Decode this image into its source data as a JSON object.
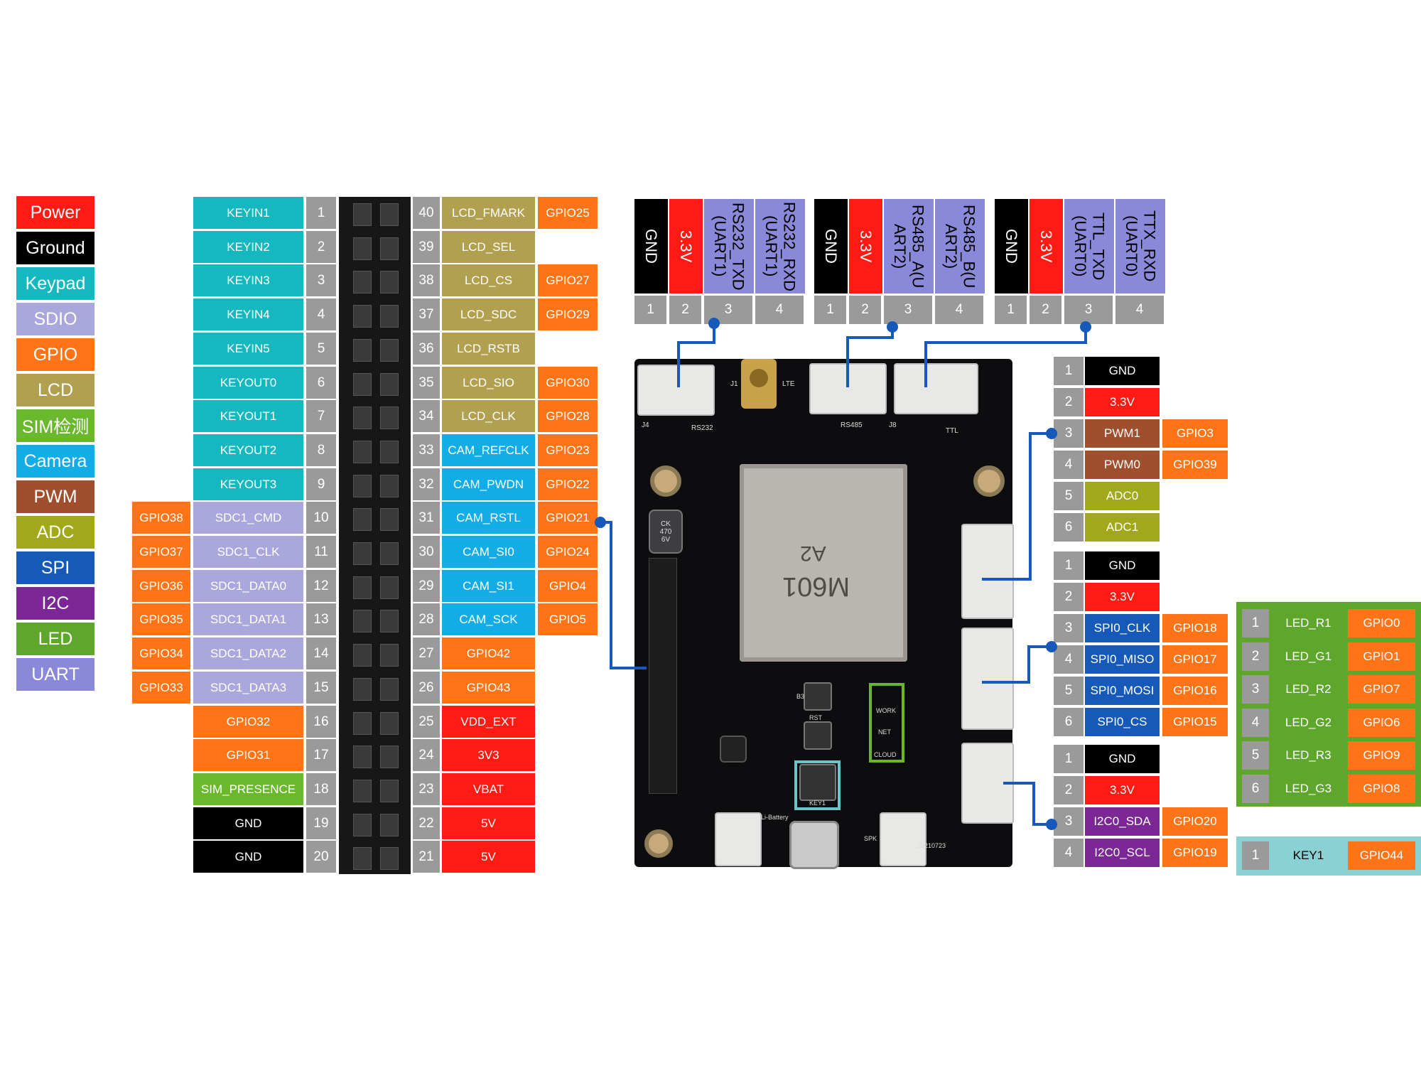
{
  "colors": {
    "power": "#ff1a14",
    "ground": "#000000",
    "keypad": "#15b8bf",
    "sdio": "#a9a7dc",
    "gpio": "#ff7417",
    "lcd": "#b1a050",
    "sim": "#6ab82c",
    "camera": "#12ade6",
    "pwm": "#a04f2e",
    "adc": "#a1a81a",
    "spi": "#1659b8",
    "i2c": "#7b2896",
    "led": "#5fa62c",
    "uart": "#8a88d8",
    "pinnum": "#9a9a9a"
  },
  "legend": [
    "Power",
    "Ground",
    "Keypad",
    "SDIO",
    "GPIO",
    "LCD",
    "SIM检测",
    "Camera",
    "PWM",
    "ADC",
    "SPI",
    "I2C",
    "LED",
    "UART"
  ],
  "header_left": [
    {
      "n": "1",
      "f": "KEYIN1"
    },
    {
      "n": "2",
      "f": "KEYIN2"
    },
    {
      "n": "3",
      "f": "KEYIN3"
    },
    {
      "n": "4",
      "f": "KEYIN4"
    },
    {
      "n": "5",
      "f": "KEYIN5"
    },
    {
      "n": "6",
      "f": "KEYOUT0"
    },
    {
      "n": "7",
      "f": "KEYOUT1"
    },
    {
      "n": "8",
      "f": "KEYOUT2"
    },
    {
      "n": "9",
      "f": "KEYOUT3"
    },
    {
      "n": "10",
      "f": "SDC1_CMD",
      "g": "GPIO38"
    },
    {
      "n": "11",
      "f": "SDC1_CLK",
      "g": "GPIO37"
    },
    {
      "n": "12",
      "f": "SDC1_DATA0",
      "g": "GPIO36"
    },
    {
      "n": "13",
      "f": "SDC1_DATA1",
      "g": "GPIO35"
    },
    {
      "n": "14",
      "f": "SDC1_DATA2",
      "g": "GPIO34"
    },
    {
      "n": "15",
      "f": "SDC1_DATA3",
      "g": "GPIO33"
    },
    {
      "n": "16",
      "f": "GPIO32"
    },
    {
      "n": "17",
      "f": "GPIO31"
    },
    {
      "n": "18",
      "f": "SIM_PRESENCE"
    },
    {
      "n": "19",
      "f": "GND"
    },
    {
      "n": "20",
      "f": "GND"
    }
  ],
  "header_right": [
    {
      "n": "40",
      "f": "LCD_FMARK",
      "g": "GPIO25"
    },
    {
      "n": "39",
      "f": "LCD_SEL"
    },
    {
      "n": "38",
      "f": "LCD_CS",
      "g": "GPIO27"
    },
    {
      "n": "37",
      "f": "LCD_SDC",
      "g": "GPIO29"
    },
    {
      "n": "36",
      "f": "LCD_RSTB"
    },
    {
      "n": "35",
      "f": "LCD_SIO",
      "g": "GPIO30"
    },
    {
      "n": "34",
      "f": "LCD_CLK",
      "g": "GPIO28"
    },
    {
      "n": "33",
      "f": "CAM_REFCLK",
      "g": "GPIO23"
    },
    {
      "n": "32",
      "f": "CAM_PWDN",
      "g": "GPIO22"
    },
    {
      "n": "31",
      "f": "CAM_RSTL",
      "g": "GPIO21"
    },
    {
      "n": "30",
      "f": "CAM_SI0",
      "g": "GPIO24"
    },
    {
      "n": "29",
      "f": "CAM_SI1",
      "g": "GPIO4"
    },
    {
      "n": "28",
      "f": "CAM_SCK",
      "g": "GPIO5"
    },
    {
      "n": "27",
      "f": "GPIO42"
    },
    {
      "n": "26",
      "f": "GPIO43"
    },
    {
      "n": "25",
      "f": "VDD_EXT"
    },
    {
      "n": "24",
      "f": "3V3"
    },
    {
      "n": "23",
      "f": "VBAT"
    },
    {
      "n": "22",
      "f": "5V"
    },
    {
      "n": "21",
      "f": "5V"
    }
  ],
  "top_connectors": [
    {
      "labels": [
        "GND",
        "3.3V",
        "RS232_TXD\n(UART1)",
        "RS232_RXD\n(UART1)"
      ],
      "nums": [
        "1",
        "2",
        "3",
        "4"
      ]
    },
    {
      "labels": [
        "GND",
        "3.3V",
        "RS485_A(U\nART2)",
        "RS485_B(U\nART2)"
      ],
      "nums": [
        "1",
        "2",
        "3",
        "4"
      ]
    },
    {
      "labels": [
        "GND",
        "3.3V",
        "TTL_TXD\n(UART0)",
        "TTX_RXD\n(UART0)"
      ],
      "nums": [
        "1",
        "2",
        "3",
        "4"
      ]
    }
  ],
  "right_pwm": [
    {
      "n": "1",
      "f": "GND"
    },
    {
      "n": "2",
      "f": "3.3V"
    },
    {
      "n": "3",
      "f": "PWM1",
      "g": "GPIO3"
    },
    {
      "n": "4",
      "f": "PWM0",
      "g": "GPIO39"
    },
    {
      "n": "5",
      "f": "ADC0"
    },
    {
      "n": "6",
      "f": "ADC1"
    }
  ],
  "right_spi": [
    {
      "n": "1",
      "f": "GND"
    },
    {
      "n": "2",
      "f": "3.3V"
    },
    {
      "n": "3",
      "f": "SPI0_CLK",
      "g": "GPIO18"
    },
    {
      "n": "4",
      "f": "SPI0_MISO",
      "g": "GPIO17"
    },
    {
      "n": "5",
      "f": "SPI0_MOSI",
      "g": "GPIO16"
    },
    {
      "n": "6",
      "f": "SPI0_CS",
      "g": "GPIO15"
    }
  ],
  "right_i2c": [
    {
      "n": "1",
      "f": "GND"
    },
    {
      "n": "2",
      "f": "3.3V"
    },
    {
      "n": "3",
      "f": "I2C0_SDA",
      "g": "GPIO20"
    },
    {
      "n": "4",
      "f": "I2C0_SCL",
      "g": "GPIO19"
    }
  ],
  "leds": [
    {
      "n": "1",
      "f": "LED_R1",
      "g": "GPIO0"
    },
    {
      "n": "2",
      "f": "LED_G1",
      "g": "GPIO1"
    },
    {
      "n": "3",
      "f": "LED_R2",
      "g": "GPIO7"
    },
    {
      "n": "4",
      "f": "LED_G2",
      "g": "GPIO6"
    },
    {
      "n": "5",
      "f": "LED_R3",
      "g": "GPIO9"
    },
    {
      "n": "6",
      "f": "LED_G3",
      "g": "GPIO8"
    }
  ],
  "key": {
    "n": "1",
    "f": "KEY1",
    "g": "GPIO44"
  },
  "board": {
    "module_name": "M601",
    "module_sub": "A2",
    "silks": {
      "j4": "J4",
      "j1": "J1",
      "j8": "J8",
      "lte": "LTE",
      "rs232": "RS232",
      "rs485": "RS485",
      "ttl": "TTL",
      "b3": "B3",
      "rst": "RST",
      "key1": "KEY1",
      "work": "WORK",
      "net": "NET",
      "cloud": "CLOUD",
      "lib": "Li-Battery",
      "spk": "SPK",
      "date": "20210723",
      "cap": "CK\n470\n6V"
    }
  }
}
